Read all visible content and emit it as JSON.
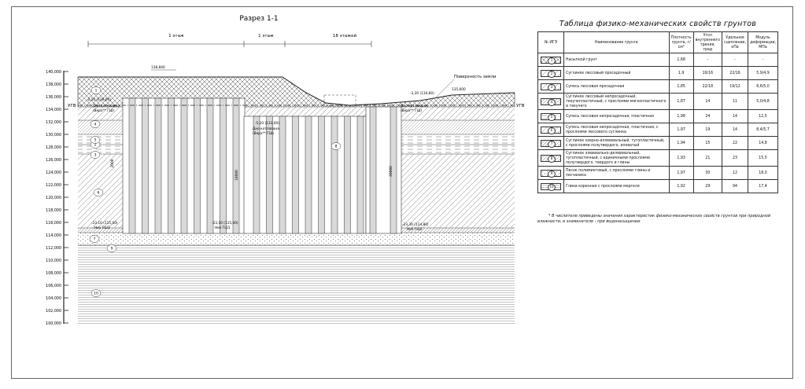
{
  "section": {
    "title": "Разрез 1-1",
    "zones": [
      {
        "label": "1 этаж"
      },
      {
        "label": "1 этаж"
      },
      {
        "label": "18 этажей"
      }
    ],
    "elevation_ticks": [
      "140,000",
      "138,000",
      "136,000",
      "134,000",
      "132,000",
      "130,000",
      "128,000",
      "126,000",
      "124,000",
      "122,000",
      "120,000",
      "118,000",
      "116,000",
      "114,000",
      "112,000",
      "110,000",
      "108,000",
      "106,000",
      "104,000",
      "102,000",
      "100,000"
    ],
    "ugv_label": "УГВ",
    "surface_label": "Поверхность земли",
    "level_labels": [
      "138,840",
      "135,600",
      "-3,30 (134,80)",
      "-2,10 (136,00)",
      "-5,10 (133,00)",
      "-23,10 (115,00)",
      "-23,10 (115,00)",
      "-23,30 (114,80)"
    ],
    "pit_bottom_labels": [
      {
        "line1": "Дно котлована",
        "line2": "(Верх** ГШ)"
      },
      {
        "line1": "Дно котлована",
        "line2": "(Верх** ГШ)"
      },
      {
        "line1": "Дно котлована",
        "line2": "(Верх** ГШ)"
      }
    ],
    "pile_tip_labels": [
      "Низ ГШ1",
      "Низ ГШ1",
      "Низ ГШ2"
    ],
    "pile_lengths": [
      "2000",
      "18000",
      "20000"
    ],
    "layer_markers": [
      "1",
      "2",
      "3",
      "4",
      "5",
      "6",
      "7",
      "8",
      "9",
      "10"
    ]
  },
  "table": {
    "title": "Таблица физико-механических свойств грунтов",
    "columns": [
      "№ ИГЭ",
      "Наименование грунта",
      "Плотность грунта, г/см³",
      "Угол внутреннего трения, град",
      "Удельное сцепление, кПа",
      "Модуль деформации, МПа"
    ],
    "rows": [
      {
        "num": "1",
        "name": "Насыпной грунт",
        "density": "1,68",
        "friction": "-",
        "cohesion": "-",
        "modulus": "-"
      },
      {
        "num": "2",
        "name": "Суглинок лессовый просадочный",
        "density": "1,9",
        "friction": "19/16",
        "cohesion": "22/16",
        "modulus": "5,9/4,9"
      },
      {
        "num": "3",
        "name": "Супесь лессовая просадочная",
        "density": "1,85",
        "friction": "22/18",
        "cohesion": "19/12",
        "modulus": "6,6/5,0"
      },
      {
        "num": "4",
        "name": "Суглинок лессовый непросадочный, текучепластичный, с прослоями мягкопластичного и текучего",
        "density": "1,87",
        "friction": "14",
        "cohesion": "11",
        "modulus": "5,0/4,8"
      },
      {
        "num": "5",
        "name": "Супесь лессовая непросадочная, пластичная",
        "density": "1,98",
        "friction": "24",
        "cohesion": "14",
        "modulus": "12,5"
      },
      {
        "num": "6",
        "name": "Супесь лессовая непросадочная, пластичная, с прослоями лессового суглинка",
        "density": "1,97",
        "friction": "19",
        "cohesion": "14",
        "modulus": "8,4/5,7"
      },
      {
        "num": "7",
        "name": "Суглинок озерно-аллювиальный, тугопластичный, с прослоями полутвердого, иловатый",
        "density": "1,94",
        "friction": "15",
        "cohesion": "22",
        "modulus": "14,8"
      },
      {
        "num": "8",
        "name": "Суглинок элювиально-делювиальный, тугопластичный, с единичными прослоями полутвердого, твердого и глины",
        "density": "1,93",
        "friction": "21",
        "cohesion": "23",
        "modulus": "15,5"
      },
      {
        "num": "9",
        "name": "Песок полимиктовый, с прослоями глины и песчаника",
        "density": "1,97",
        "friction": "30",
        "cohesion": "12",
        "modulus": "18,0"
      },
      {
        "num": "10",
        "name": "Глина коренная с прослоями мергеля",
        "density": "1,92",
        "friction": "29",
        "cohesion": "94",
        "modulus": "17,4"
      }
    ],
    "footnote_line1": "* В числителе приведены значения характеристик физико-механических свойств грунтов при природной",
    "footnote_line2": "влажности, в знаменателе - при водонасыщении"
  },
  "colors": {
    "line": "#333333",
    "pile": "#d9d9d9",
    "hatch": "#555555"
  }
}
